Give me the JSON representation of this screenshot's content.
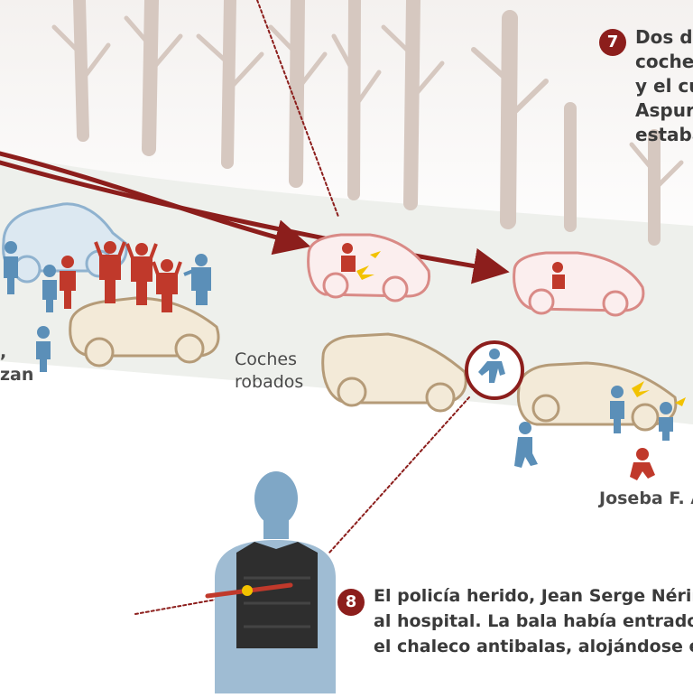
{
  "colors": {
    "accent_red": "#8c1e1c",
    "police_blue": "#5b8fb8",
    "suspect_red": "#c0392b",
    "car_beige": "#f3ead8",
    "car_outline": "#b59b78",
    "tree": "#d8ccc4",
    "ground": "#eef0ec"
  },
  "callout7": {
    "number": "7",
    "lines": [
      "Dos de",
      "coche",
      "y el cu",
      "Aspurz",
      "estaba"
    ]
  },
  "callout8": {
    "number": "8",
    "lines": [
      "El policía herido, Jean Serge Nérin, f",
      "al hospital. La bala había entrado po",
      "el chaleco antibalas, alojándose en e"
    ]
  },
  "labels": {
    "stolen_cars": [
      "Coches",
      "robados"
    ],
    "left_cut": [
      ",",
      "zan"
    ],
    "suspect_name": "Joseba F. A"
  },
  "icons": [
    "tree-icon",
    "car-icon",
    "police-figure-icon",
    "suspect-figure-icon",
    "bulletproof-vest-icon"
  ]
}
